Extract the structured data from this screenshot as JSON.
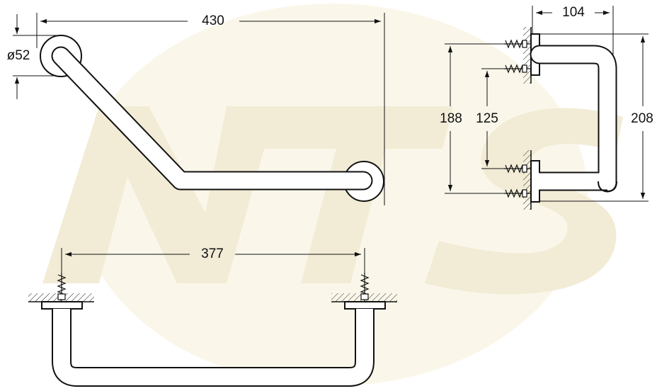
{
  "drawing": {
    "dimensions": {
      "overall_length": "430",
      "flange_diameter": "ø52",
      "mount_spacing": "377",
      "projection": "104",
      "outer_height": "188",
      "inner_height": "125",
      "total_height": "208"
    },
    "watermark": {
      "letters": "NTS",
      "colors": [
        "#f7f2df",
        "#f8f6ef"
      ]
    },
    "colors": {
      "line": "#111111",
      "background": "#ffffff"
    }
  }
}
